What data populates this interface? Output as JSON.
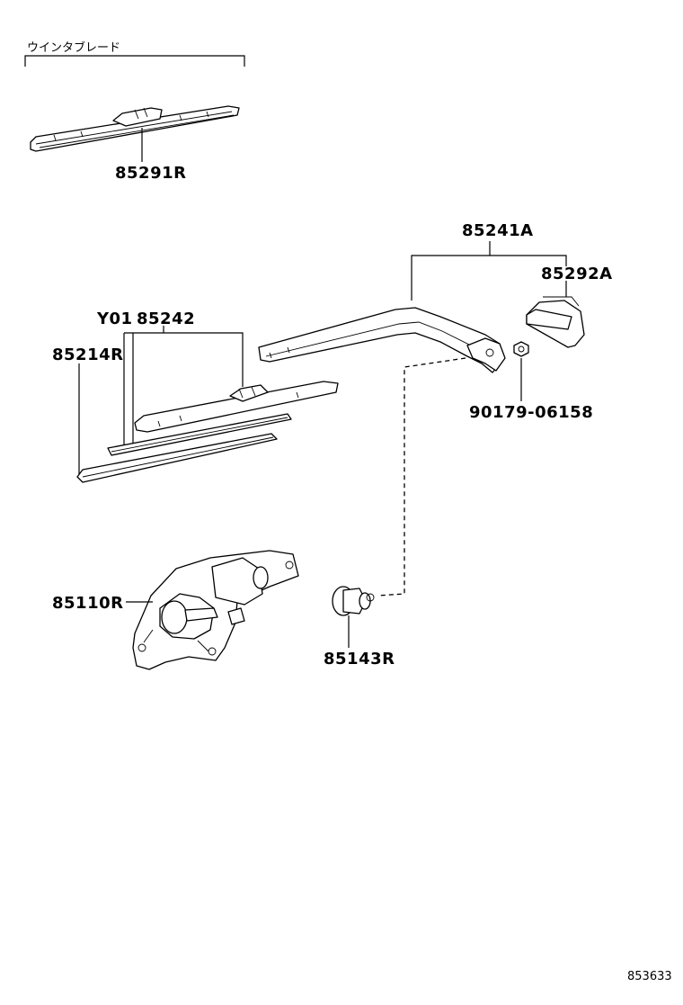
{
  "diagram": {
    "group_label": "ウインタブレード",
    "figure_code": "853633",
    "parts": {
      "blade_assy": "85291R",
      "arm_assy": "85241A",
      "arm_cap": "85292A",
      "nut": "90179-06158",
      "blade_prefix": "Y01",
      "blade": "85242",
      "blade_rubber": "85214R",
      "motor": "85110R",
      "pivot_grommet": "85143R"
    }
  }
}
